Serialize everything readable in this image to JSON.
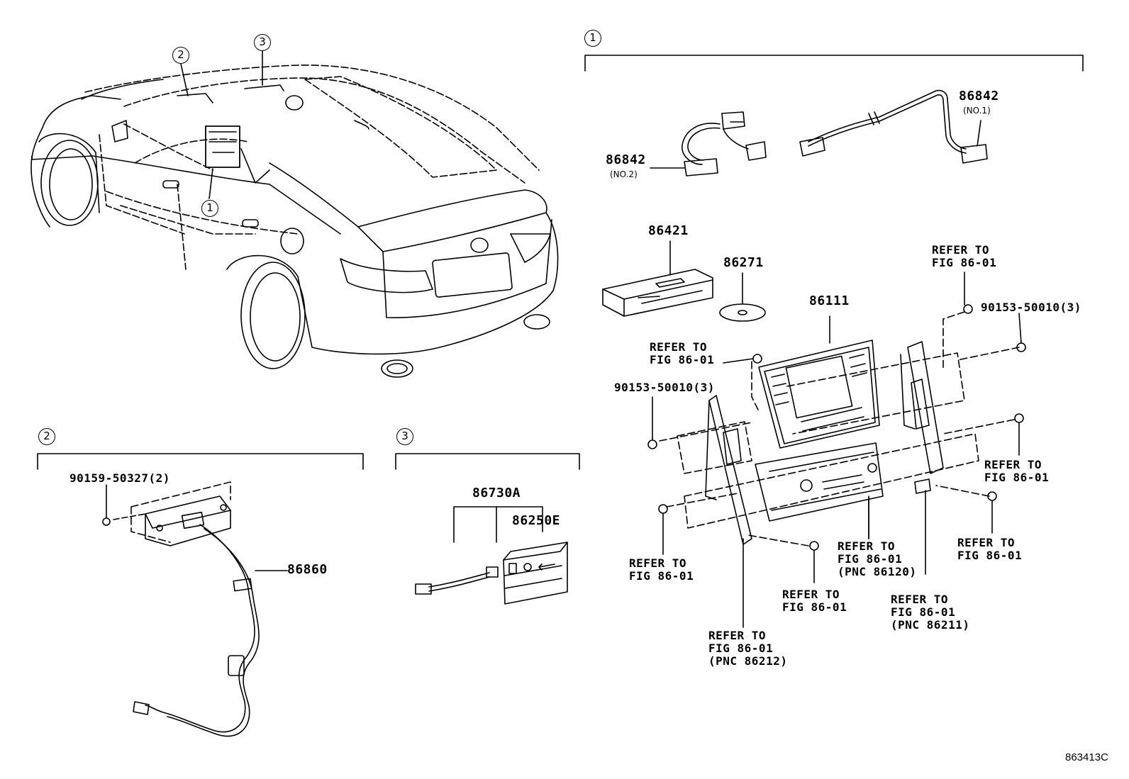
{
  "callouts": {
    "one": "1",
    "two": "2",
    "three": "3"
  },
  "section1": {
    "p86842_no1": "86842",
    "p86842_no1_sub": "(NO.1)",
    "p86842_no2": "86842",
    "p86842_no2_sub": "(NO.2)",
    "p86421": "86421",
    "p86271": "86271",
    "p86111": "86111",
    "bolt_left": "90153-50010(3)",
    "bolt_right": "90153-50010(3)",
    "refer_top_left": "REFER TO\nFIG 86-01",
    "refer_top_right": "REFER TO\nFIG 86-01",
    "refer_mid_right": "REFER TO\nFIG 86-01",
    "refer_low_right": "REFER TO\nFIG 86-01",
    "refer_left": "REFER TO\nFIG 86-01",
    "refer_bottom_mid": "REFER TO\nFIG 86-01",
    "refer_86120": "REFER TO\nFIG 86-01\n(PNC 86120)",
    "refer_86211": "REFER TO\nFIG 86-01\n(PNC 86211)",
    "refer_86212": "REFER TO\nFIG 86-01\n(PNC 86212)"
  },
  "section2": {
    "bolt": "90159-50327(2)",
    "p86860": "86860"
  },
  "section3": {
    "p86730A": "86730A",
    "p86250E": "86250E"
  },
  "figure_code": "863413C"
}
